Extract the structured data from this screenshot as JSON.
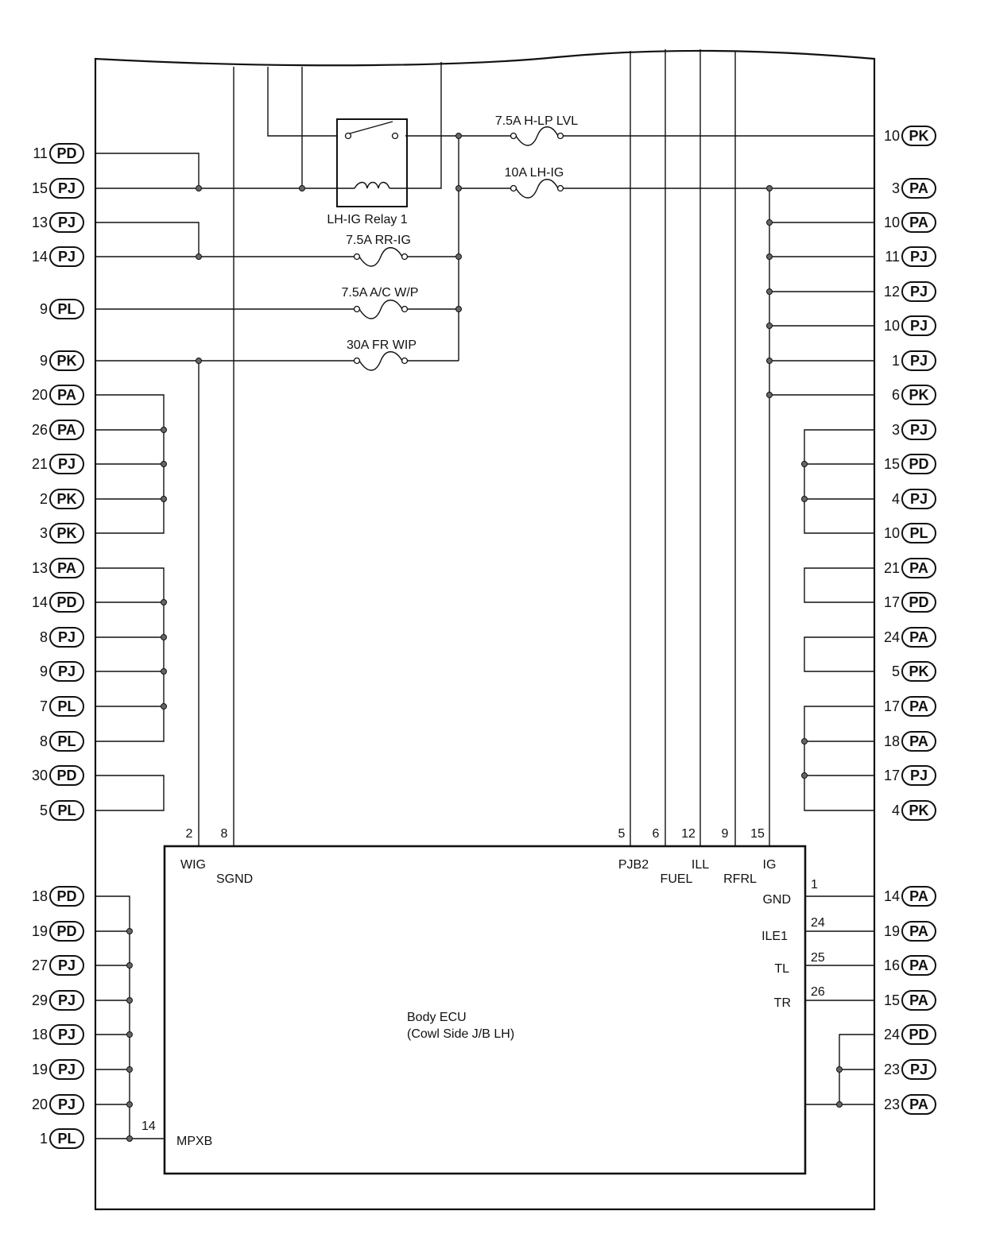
{
  "left_connectors": [
    {
      "pin": "11",
      "code": "PD"
    },
    {
      "pin": "15",
      "code": "PJ"
    },
    {
      "pin": "13",
      "code": "PJ"
    },
    {
      "pin": "14",
      "code": "PJ"
    },
    {
      "pin": "9",
      "code": "PL"
    },
    {
      "pin": "9",
      "code": "PK"
    },
    {
      "pin": "20",
      "code": "PA"
    },
    {
      "pin": "26",
      "code": "PA"
    },
    {
      "pin": "21",
      "code": "PJ"
    },
    {
      "pin": "2",
      "code": "PK"
    },
    {
      "pin": "3",
      "code": "PK"
    },
    {
      "pin": "13",
      "code": "PA"
    },
    {
      "pin": "14",
      "code": "PD"
    },
    {
      "pin": "8",
      "code": "PJ"
    },
    {
      "pin": "9",
      "code": "PJ"
    },
    {
      "pin": "7",
      "code": "PL"
    },
    {
      "pin": "8",
      "code": "PL"
    },
    {
      "pin": "30",
      "code": "PD"
    },
    {
      "pin": "5",
      "code": "PL"
    },
    {
      "pin": "18",
      "code": "PD"
    },
    {
      "pin": "19",
      "code": "PD"
    },
    {
      "pin": "27",
      "code": "PJ"
    },
    {
      "pin": "29",
      "code": "PJ"
    },
    {
      "pin": "18",
      "code": "PJ"
    },
    {
      "pin": "19",
      "code": "PJ"
    },
    {
      "pin": "20",
      "code": "PJ"
    },
    {
      "pin": "1",
      "code": "PL"
    }
  ],
  "right_connectors": [
    {
      "pin": "10",
      "code": "PK"
    },
    {
      "pin": "3",
      "code": "PA"
    },
    {
      "pin": "10",
      "code": "PA"
    },
    {
      "pin": "11",
      "code": "PJ"
    },
    {
      "pin": "12",
      "code": "PJ"
    },
    {
      "pin": "10",
      "code": "PJ"
    },
    {
      "pin": "1",
      "code": "PJ"
    },
    {
      "pin": "6",
      "code": "PK"
    },
    {
      "pin": "3",
      "code": "PJ"
    },
    {
      "pin": "15",
      "code": "PD"
    },
    {
      "pin": "4",
      "code": "PJ"
    },
    {
      "pin": "10",
      "code": "PL"
    },
    {
      "pin": "21",
      "code": "PA"
    },
    {
      "pin": "17",
      "code": "PD"
    },
    {
      "pin": "24",
      "code": "PA"
    },
    {
      "pin": "5",
      "code": "PK"
    },
    {
      "pin": "17",
      "code": "PA"
    },
    {
      "pin": "18",
      "code": "PA"
    },
    {
      "pin": "17",
      "code": "PJ"
    },
    {
      "pin": "4",
      "code": "PK"
    },
    {
      "pin": "14",
      "code": "PA"
    },
    {
      "pin": "19",
      "code": "PA"
    },
    {
      "pin": "16",
      "code": "PA"
    },
    {
      "pin": "15",
      "code": "PA"
    },
    {
      "pin": "24",
      "code": "PD"
    },
    {
      "pin": "23",
      "code": "PJ"
    },
    {
      "pin": "23",
      "code": "PA"
    }
  ],
  "fuses": {
    "hlp": "7.5A H-LP LVL",
    "lhig": "10A LH-IG",
    "rrig": "7.5A RR-IG",
    "acwp": "7.5A A/C W/P",
    "frwip": "30A FR WIP"
  },
  "relay_label": "LH-IG Relay 1",
  "ecu": {
    "name_line1": "Body ECU",
    "name_line2": "(Cowl Side J/B LH)",
    "top_pins": {
      "wig": "2",
      "sgnd": "8",
      "pjb2": "5",
      "fuel": "6",
      "ill": "12",
      "rfrl": "9",
      "ig": "15"
    },
    "top_labels": {
      "wig": "WIG",
      "sgnd": "SGND",
      "pjb2": "PJB2",
      "fuel": "FUEL",
      "ill": "ILL",
      "rfrl": "RFRL",
      "ig": "IG"
    },
    "right_pins": {
      "gnd": "1",
      "ile1": "24",
      "tl": "25",
      "tr": "26"
    },
    "right_labels": {
      "gnd": "GND",
      "ile1": "ILE1",
      "tl": "TL",
      "tr": "TR"
    },
    "left_pin": "14",
    "left_label": "MPXB"
  }
}
